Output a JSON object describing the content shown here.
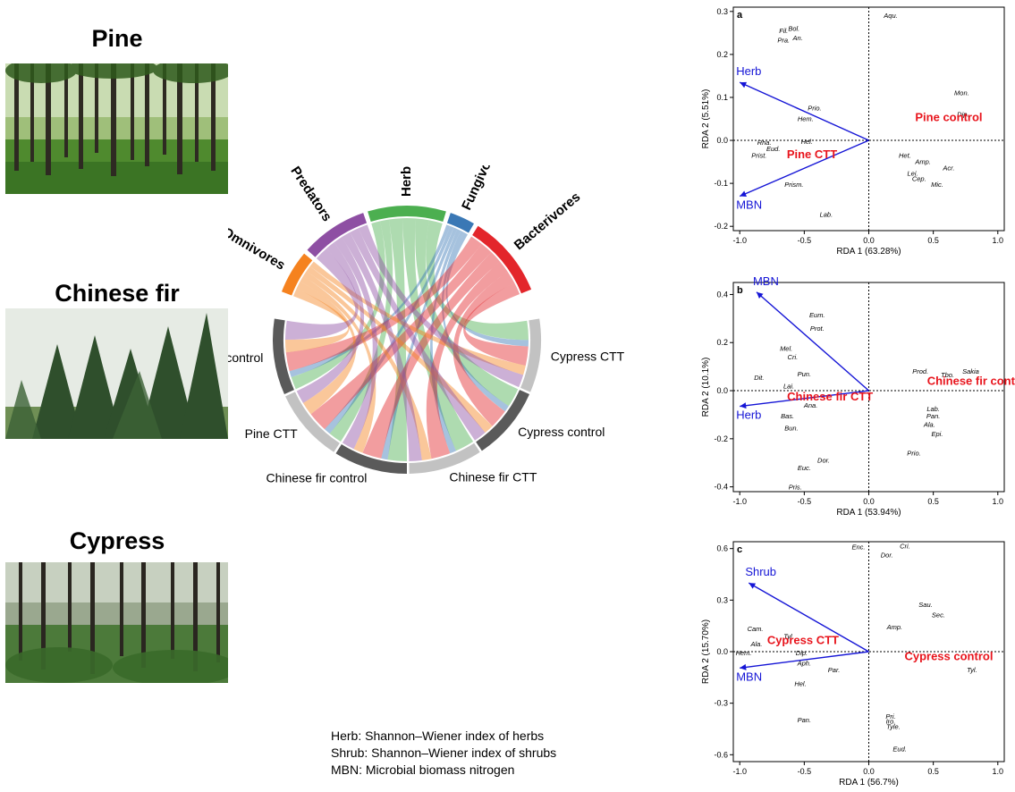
{
  "forests": [
    {
      "title": "Pine"
    },
    {
      "title": "Chinese fir"
    },
    {
      "title": "Cypress"
    }
  ],
  "chord": {
    "groups": [
      {
        "name": "Herbivores",
        "color": "#4caf50",
        "start": -17,
        "end": 17
      },
      {
        "name": "Fungivores",
        "color": "#3a78b5",
        "start": 19,
        "end": 30
      },
      {
        "name": "Bacterivores",
        "color": "#e3262b",
        "start": 32,
        "end": 68
      },
      {
        "name": "Cypress CTT",
        "color": "#c2c2c2",
        "start": 81,
        "end": 113
      },
      {
        "name": "Cypress control",
        "color": "#5a5a5a",
        "start": 114,
        "end": 146
      },
      {
        "name": "Chinese fir CTT",
        "color": "#c2c2c2",
        "start": 147,
        "end": 179
      },
      {
        "name": "Chinese fir control",
        "color": "#5a5a5a",
        "start": 180,
        "end": 212
      },
      {
        "name": "Pine CTT",
        "color": "#c2c2c2",
        "start": 213,
        "end": 245
      },
      {
        "name": "Pine control",
        "color": "#5a5a5a",
        "start": 246,
        "end": 279
      },
      {
        "name": "Omnivores",
        "color": "#f5821f",
        "start": 291,
        "end": 310
      },
      {
        "name": "Predators",
        "color": "#8e4fa3",
        "start": 312,
        "end": 341
      }
    ],
    "links": [
      {
        "from": "Herbivores",
        "to": "Pine control",
        "value": 2
      },
      {
        "from": "Herbivores",
        "to": "Pine CTT",
        "value": 2
      },
      {
        "from": "Herbivores",
        "to": "Chinese fir control",
        "value": 3
      },
      {
        "from": "Herbivores",
        "to": "Chinese fir CTT",
        "value": 3
      },
      {
        "from": "Herbivores",
        "to": "Cypress control",
        "value": 3
      },
      {
        "from": "Herbivores",
        "to": "Cypress CTT",
        "value": 3
      },
      {
        "from": "Fungivores",
        "to": "Pine control",
        "value": 1
      },
      {
        "from": "Fungivores",
        "to": "Pine CTT",
        "value": 1
      },
      {
        "from": "Fungivores",
        "to": "Chinese fir control",
        "value": 1
      },
      {
        "from": "Fungivores",
        "to": "Chinese fir CTT",
        "value": 1
      },
      {
        "from": "Fungivores",
        "to": "Cypress control",
        "value": 1
      },
      {
        "from": "Fungivores",
        "to": "Cypress CTT",
        "value": 1
      },
      {
        "from": "Bacterivores",
        "to": "Pine control",
        "value": 3
      },
      {
        "from": "Bacterivores",
        "to": "Pine CTT",
        "value": 3
      },
      {
        "from": "Bacterivores",
        "to": "Chinese fir control",
        "value": 3
      },
      {
        "from": "Bacterivores",
        "to": "Chinese fir CTT",
        "value": 3
      },
      {
        "from": "Bacterivores",
        "to": "Cypress control",
        "value": 3
      },
      {
        "from": "Bacterivores",
        "to": "Cypress CTT",
        "value": 3
      },
      {
        "from": "Omnivores",
        "to": "Pine control",
        "value": 2
      },
      {
        "from": "Omnivores",
        "to": "Pine CTT",
        "value": 2
      },
      {
        "from": "Omnivores",
        "to": "Chinese fir control",
        "value": 1.5
      },
      {
        "from": "Omnivores",
        "to": "Chinese fir CTT",
        "value": 1.5
      },
      {
        "from": "Omnivores",
        "to": "Cypress control",
        "value": 1.5
      },
      {
        "from": "Omnivores",
        "to": "Cypress CTT",
        "value": 1.5
      },
      {
        "from": "Predators",
        "to": "Pine control",
        "value": 3
      },
      {
        "from": "Predators",
        "to": "Pine CTT",
        "value": 2
      },
      {
        "from": "Predators",
        "to": "Chinese fir control",
        "value": 2
      },
      {
        "from": "Predators",
        "to": "Chinese fir CTT",
        "value": 2
      },
      {
        "from": "Predators",
        "to": "Cypress control",
        "value": 2
      },
      {
        "from": "Predators",
        "to": "Cypress CTT",
        "value": 2
      }
    ]
  },
  "chart_data": [
    {
      "type": "scatter",
      "panel_label": "a",
      "xlabel": "RDA 1 (63.28%)",
      "ylabel": "RDA 2 (5.51%)",
      "xlim": [
        -1.05,
        1.05
      ],
      "ylim": [
        -0.21,
        0.31
      ],
      "xticks": [
        -1.0,
        -0.5,
        0.0,
        0.5,
        1.0
      ],
      "xtick_labels": [
        "-1.0",
        "-0.5",
        "0.0",
        "0.5",
        "1.0"
      ],
      "yticks": [
        -0.2,
        -0.1,
        0.0,
        0.1,
        0.2,
        0.3
      ],
      "ytick_labels": [
        "-0.2",
        "-0.1",
        "0.0",
        "0.1",
        "0.2",
        "0.3"
      ],
      "arrows": [
        {
          "label": "Herb",
          "x": -1.0,
          "y": 0.135
        },
        {
          "label": "MBN",
          "x": -1.0,
          "y": -0.13
        }
      ],
      "treatments": [
        {
          "label": "Pine control",
          "x": 0.62,
          "y": 0.045
        },
        {
          "label": "Pine CTT",
          "x": -0.44,
          "y": -0.042
        }
      ],
      "species": [
        {
          "label": "Aqu.",
          "x": 0.17,
          "y": 0.285
        },
        {
          "label": "Fil.",
          "x": -0.66,
          "y": 0.25
        },
        {
          "label": "Bol.",
          "x": -0.58,
          "y": 0.255
        },
        {
          "label": "Pra.",
          "x": -0.66,
          "y": 0.228
        },
        {
          "label": "An.",
          "x": -0.55,
          "y": 0.233
        },
        {
          "label": "Mon.",
          "x": 0.72,
          "y": 0.105
        },
        {
          "label": "Prio.",
          "x": -0.42,
          "y": 0.07
        },
        {
          "label": "Dip.",
          "x": 0.73,
          "y": 0.055
        },
        {
          "label": "Hem.",
          "x": -0.49,
          "y": 0.045
        },
        {
          "label": "Rha.",
          "x": -0.81,
          "y": -0.01
        },
        {
          "label": "Hel.",
          "x": -0.48,
          "y": -0.008
        },
        {
          "label": "Eud.",
          "x": -0.74,
          "y": -0.025
        },
        {
          "label": "Prist.",
          "x": -0.85,
          "y": -0.04
        },
        {
          "label": "Het.",
          "x": 0.28,
          "y": -0.04
        },
        {
          "label": "Amp.",
          "x": 0.42,
          "y": -0.055
        },
        {
          "label": "Acr.",
          "x": 0.62,
          "y": -0.07
        },
        {
          "label": "Lei.",
          "x": 0.34,
          "y": -0.082
        },
        {
          "label": "Cep.",
          "x": 0.39,
          "y": -0.095
        },
        {
          "label": "Mic.",
          "x": 0.53,
          "y": -0.108
        },
        {
          "label": "Prism.",
          "x": -0.58,
          "y": -0.108
        },
        {
          "label": "Lab.",
          "x": -0.33,
          "y": -0.178
        }
      ]
    },
    {
      "type": "scatter",
      "panel_label": "b",
      "xlabel": "RDA 1 (53.94%)",
      "ylabel": "RDA 2 (10.1%)",
      "xlim": [
        -1.05,
        1.05
      ],
      "ylim": [
        -0.42,
        0.45
      ],
      "xticks": [
        -1.0,
        -0.5,
        0.0,
        0.5,
        1.0
      ],
      "xtick_labels": [
        "-1.0",
        "-0.5",
        "0.0",
        "0.5",
        "1.0"
      ],
      "yticks": [
        -0.4,
        -0.2,
        0.0,
        0.2,
        0.4
      ],
      "ytick_labels": [
        "-0.4",
        "-0.2",
        "0.0",
        "0.2",
        "0.4"
      ],
      "arrows": [
        {
          "label": "MBN",
          "x": -0.87,
          "y": 0.41
        },
        {
          "label": "Herb",
          "x": -1.0,
          "y": -0.065
        }
      ],
      "treatments": [
        {
          "label": "Chinese fir control",
          "x": 0.85,
          "y": 0.025
        },
        {
          "label": "Chinese fir CTT",
          "x": -0.3,
          "y": -0.04
        }
      ],
      "species": [
        {
          "label": "Eum.",
          "x": -0.4,
          "y": 0.305
        },
        {
          "label": "Prot.",
          "x": -0.4,
          "y": 0.25
        },
        {
          "label": "Mel.",
          "x": -0.64,
          "y": 0.165
        },
        {
          "label": "Cri.",
          "x": -0.59,
          "y": 0.13
        },
        {
          "label": "Pun.",
          "x": -0.5,
          "y": 0.06
        },
        {
          "label": "Dit.",
          "x": -0.85,
          "y": 0.045
        },
        {
          "label": "Lai.",
          "x": -0.62,
          "y": 0.01
        },
        {
          "label": "Prod.",
          "x": 0.4,
          "y": 0.07
        },
        {
          "label": "Tbo.",
          "x": 0.61,
          "y": 0.055
        },
        {
          "label": "Sakia",
          "x": 0.79,
          "y": 0.07
        },
        {
          "label": "Ana.",
          "x": -0.45,
          "y": -0.07
        },
        {
          "label": "Lab.",
          "x": 0.5,
          "y": -0.085
        },
        {
          "label": "Bas.",
          "x": -0.63,
          "y": -0.115
        },
        {
          "label": "Pan.",
          "x": 0.5,
          "y": -0.115
        },
        {
          "label": "Ala.",
          "x": 0.47,
          "y": -0.15
        },
        {
          "label": "Bun.",
          "x": -0.6,
          "y": -0.165
        },
        {
          "label": "Epi.",
          "x": 0.53,
          "y": -0.19
        },
        {
          "label": "Prio.",
          "x": 0.35,
          "y": -0.27
        },
        {
          "label": "Dor.",
          "x": -0.35,
          "y": -0.3
        },
        {
          "label": "Euc.",
          "x": -0.5,
          "y": -0.33
        },
        {
          "label": "Pris.",
          "x": -0.57,
          "y": -0.41
        }
      ]
    },
    {
      "type": "scatter",
      "panel_label": "c",
      "xlabel": "RDA 1 (56.7%)",
      "ylabel": "RDA 2 (15.70%)",
      "xlim": [
        -1.05,
        1.05
      ],
      "ylim": [
        -0.64,
        0.64
      ],
      "xticks": [
        -1.0,
        -0.5,
        0.0,
        0.5,
        1.0
      ],
      "xtick_labels": [
        "-1.0",
        "-0.5",
        "0.0",
        "0.5",
        "1.0"
      ],
      "yticks": [
        -0.6,
        -0.3,
        0.0,
        0.3,
        0.6
      ],
      "ytick_labels": [
        "-0.6",
        "-0.3",
        "0.0",
        "0.3",
        "0.6"
      ],
      "arrows": [
        {
          "label": "Shrub",
          "x": -0.93,
          "y": 0.4
        },
        {
          "label": "MBN",
          "x": -1.0,
          "y": -0.095
        }
      ],
      "treatments": [
        {
          "label": "Cypress control",
          "x": 0.62,
          "y": -0.05
        },
        {
          "label": "Cypress CTT",
          "x": -0.51,
          "y": 0.045
        }
      ],
      "species": [
        {
          "label": "Enc.",
          "x": -0.08,
          "y": 0.595
        },
        {
          "label": "Cri.",
          "x": 0.28,
          "y": 0.6
        },
        {
          "label": "Dor.",
          "x": 0.14,
          "y": 0.55
        },
        {
          "label": "Sau.",
          "x": 0.44,
          "y": 0.26
        },
        {
          "label": "Sec.",
          "x": 0.54,
          "y": 0.2
        },
        {
          "label": "Amp.",
          "x": 0.2,
          "y": 0.13
        },
        {
          "label": "Cam.",
          "x": -0.88,
          "y": 0.12
        },
        {
          "label": "Tyl.",
          "x": -0.62,
          "y": 0.075
        },
        {
          "label": "Ala.",
          "x": -0.87,
          "y": 0.03
        },
        {
          "label": "Hem.",
          "x": -0.97,
          "y": -0.02
        },
        {
          "label": "Dip.",
          "x": -0.52,
          "y": -0.02
        },
        {
          "label": "Aph.",
          "x": -0.5,
          "y": -0.08
        },
        {
          "label": "Par.",
          "x": -0.27,
          "y": -0.12
        },
        {
          "label": "Tyl.",
          "x": 0.8,
          "y": -0.12
        },
        {
          "label": "Hel.",
          "x": -0.53,
          "y": -0.2
        },
        {
          "label": "Pan.",
          "x": -0.5,
          "y": -0.41
        },
        {
          "label": "Pri.",
          "x": 0.17,
          "y": -0.39
        },
        {
          "label": "Iro.",
          "x": 0.17,
          "y": -0.42
        },
        {
          "label": "Tyle.",
          "x": 0.19,
          "y": -0.45
        },
        {
          "label": "Eud.",
          "x": 0.24,
          "y": -0.58
        }
      ]
    }
  ],
  "notes": [
    "Herb: Shannon–Wiener index of herbs",
    "Shrub: Shannon–Wiener index of shrubs",
    "MBN: Microbial biomass nitrogen"
  ],
  "colors": {
    "arrow": "#1515d6",
    "treatment": "#e8141c",
    "axis": "#000000"
  }
}
